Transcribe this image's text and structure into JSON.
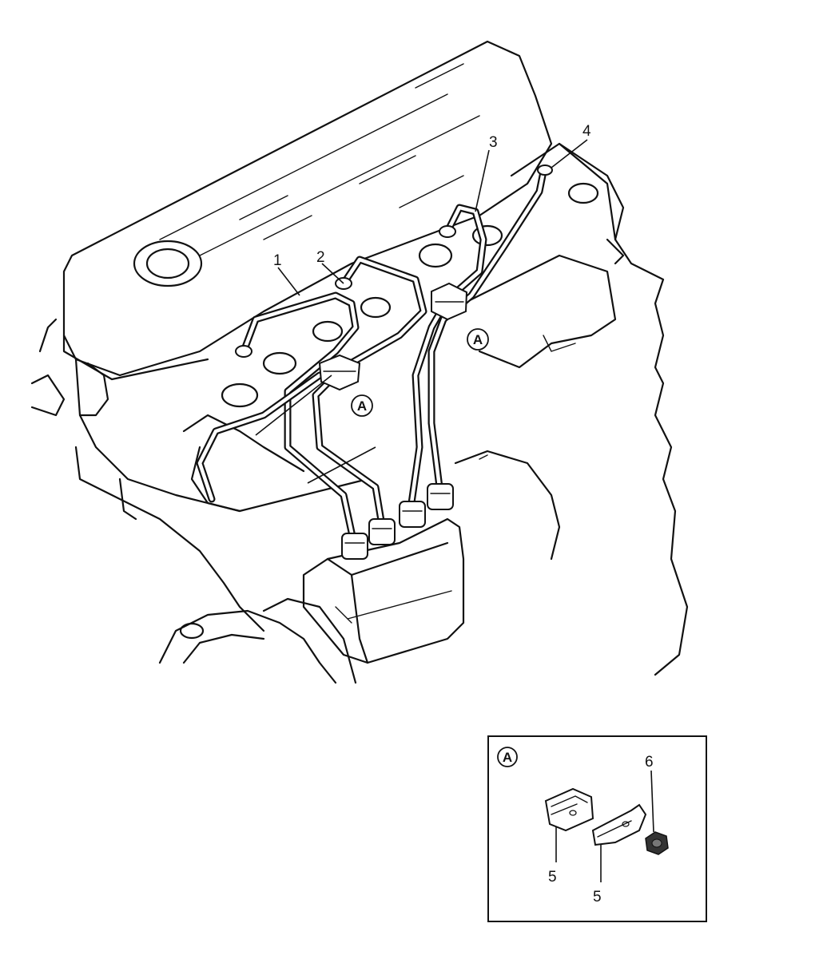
{
  "callouts": {
    "c1": "1",
    "c2": "2",
    "c3": "3",
    "c4": "4",
    "c5a": "5",
    "c5b": "5",
    "c6": "6"
  },
  "detail_markers": {
    "a1": "A",
    "a2": "A",
    "inset": "A"
  }
}
